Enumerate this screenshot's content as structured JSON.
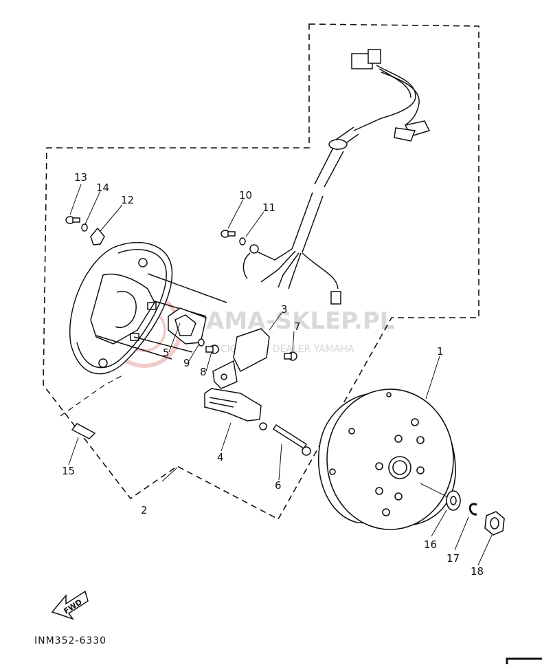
{
  "diagram": {
    "code": "INM352-6330",
    "fwd_label": "FWD",
    "watermark": {
      "main": "AMA-SKLEP.PL",
      "sub": "SCIGACZE | DEALER YAMAHA"
    },
    "callouts": [
      "1",
      "2",
      "3",
      "4",
      "5",
      "6",
      "7",
      "8",
      "9",
      "10",
      "11",
      "12",
      "13",
      "14",
      "15",
      "16",
      "17",
      "18"
    ]
  },
  "colors": {
    "line": "#111111",
    "watermark": "#d8d8d8",
    "watermark_logo": "#f2c4c4"
  },
  "icons": {
    "fwd": "fwd-arrow-icon"
  }
}
